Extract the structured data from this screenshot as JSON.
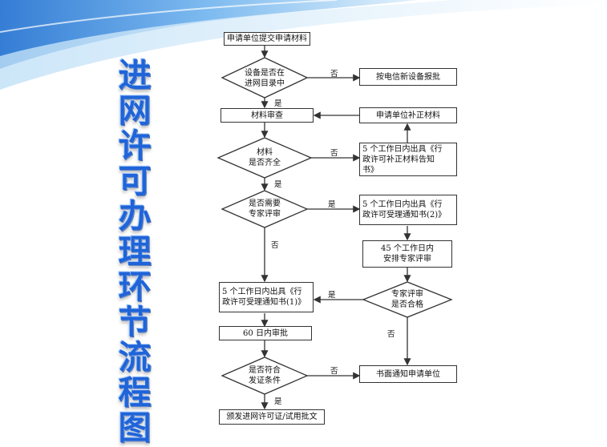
{
  "title": "进网许可办理环节流程图",
  "nodes": {
    "start": "申请单位提交申请材料",
    "d_device": "设备是否在\n进网目录中",
    "new_device": "按电信新设备报批",
    "review": "材料审查",
    "supplement": "申请单位补正材料",
    "d_complete": "材料\n是否齐全",
    "notice_supplement": "5 个工作日内出具《行\n政许可补正材料告知\n书》",
    "d_expert": "是否需要\n专家评审",
    "notice2": "5 个工作日内出具《行\n政许可受理通知书(2)》",
    "arrange_expert": "45 个工作日内\n安排专家评审",
    "d_expert_pass": "专家评审\n是否合格",
    "notice1": "5 个工作日内出具《行\n政许可受理通知书(1)》",
    "approve60": "60 日内审批",
    "d_conditions": "是否符合\n发证条件",
    "written_notice": "书面通知申请单位",
    "issue": "颁发进网许可证/试用批文"
  },
  "edge_labels": {
    "yes": "是",
    "no": "否"
  }
}
